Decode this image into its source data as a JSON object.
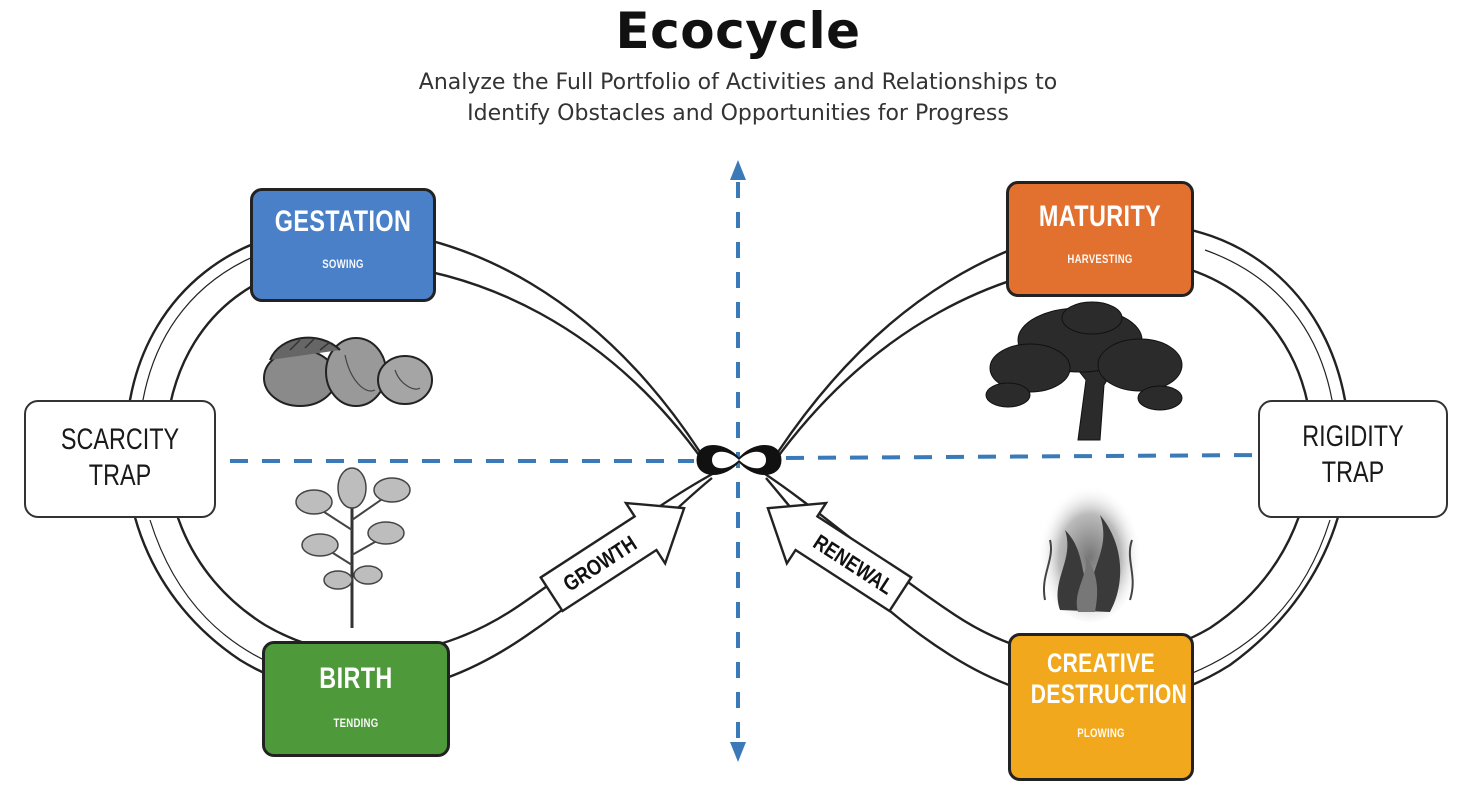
{
  "title": "Ecocycle",
  "subtitle_line1": "Analyze the Full Portfolio of Activities and Relationships to",
  "subtitle_line2": "Identify Obstacles and Opportunities for Progress",
  "stages": {
    "gestation": {
      "name": "GESTATION",
      "activity": "SOWING",
      "color": "#4a80c8",
      "illustration": "acorns-icon"
    },
    "birth": {
      "name": "BIRTH",
      "activity": "TENDING",
      "color": "#4e9a3a",
      "illustration": "sapling-icon"
    },
    "maturity": {
      "name": "MATURITY",
      "activity": "HARVESTING",
      "color": "#e2702e",
      "illustration": "tree-icon"
    },
    "creative_destruction": {
      "name_line1": "CREATIVE",
      "name_line2": "DESTRUCTION",
      "activity": "PLOWING",
      "color": "#f2a81c",
      "illustration": "fire-icon"
    }
  },
  "traps": {
    "scarcity": {
      "line1": "SCARCITY",
      "line2": "TRAP"
    },
    "rigidity": {
      "line1": "RIGIDITY",
      "line2": "TRAP"
    }
  },
  "arrows": {
    "growth": "GROWTH",
    "renewal": "RENEWAL"
  },
  "axis_color": "#3b7ab8"
}
